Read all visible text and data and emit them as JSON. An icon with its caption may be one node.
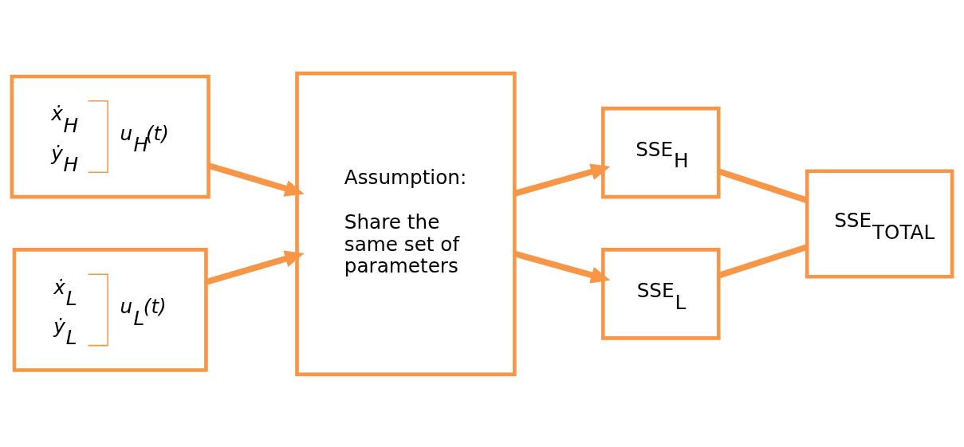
{
  "diagram": {
    "nodes": [
      {
        "text": [
          "ẋ$_{H}$",
          "ẏ$_{H}$",
          "u$_{H}$(t)"
        ]
      },
      {
        "text": [
          "ẋ$_{L}$",
          "ẏ$_{L}$",
          "u$_{L}$(t)"
        ]
      },
      {
        "text": [
          "Assumption:",
          "Share the same set of parameters"
        ]
      },
      {
        "text": [
          "SSE$_{H}$"
        ]
      },
      {
        "text": [
          "SSE$_{L}$"
        ]
      },
      {
        "text": [
          "SSE$_{TOTAL}$"
        ]
      }
    ],
    "edges": [
      {
        "from": 0,
        "to": 2,
        "arrow": "to"
      },
      {
        "from": 1,
        "to": 2,
        "arrow": "to"
      },
      {
        "from": 2,
        "to": 3,
        "arrow": "to"
      },
      {
        "from": 2,
        "to": 4,
        "arrow": "to"
      },
      {
        "from": 3,
        "to": 5,
        "arrow": "none"
      },
      {
        "from": 4,
        "to": 5,
        "arrow": "none"
      }
    ]
  }
}
